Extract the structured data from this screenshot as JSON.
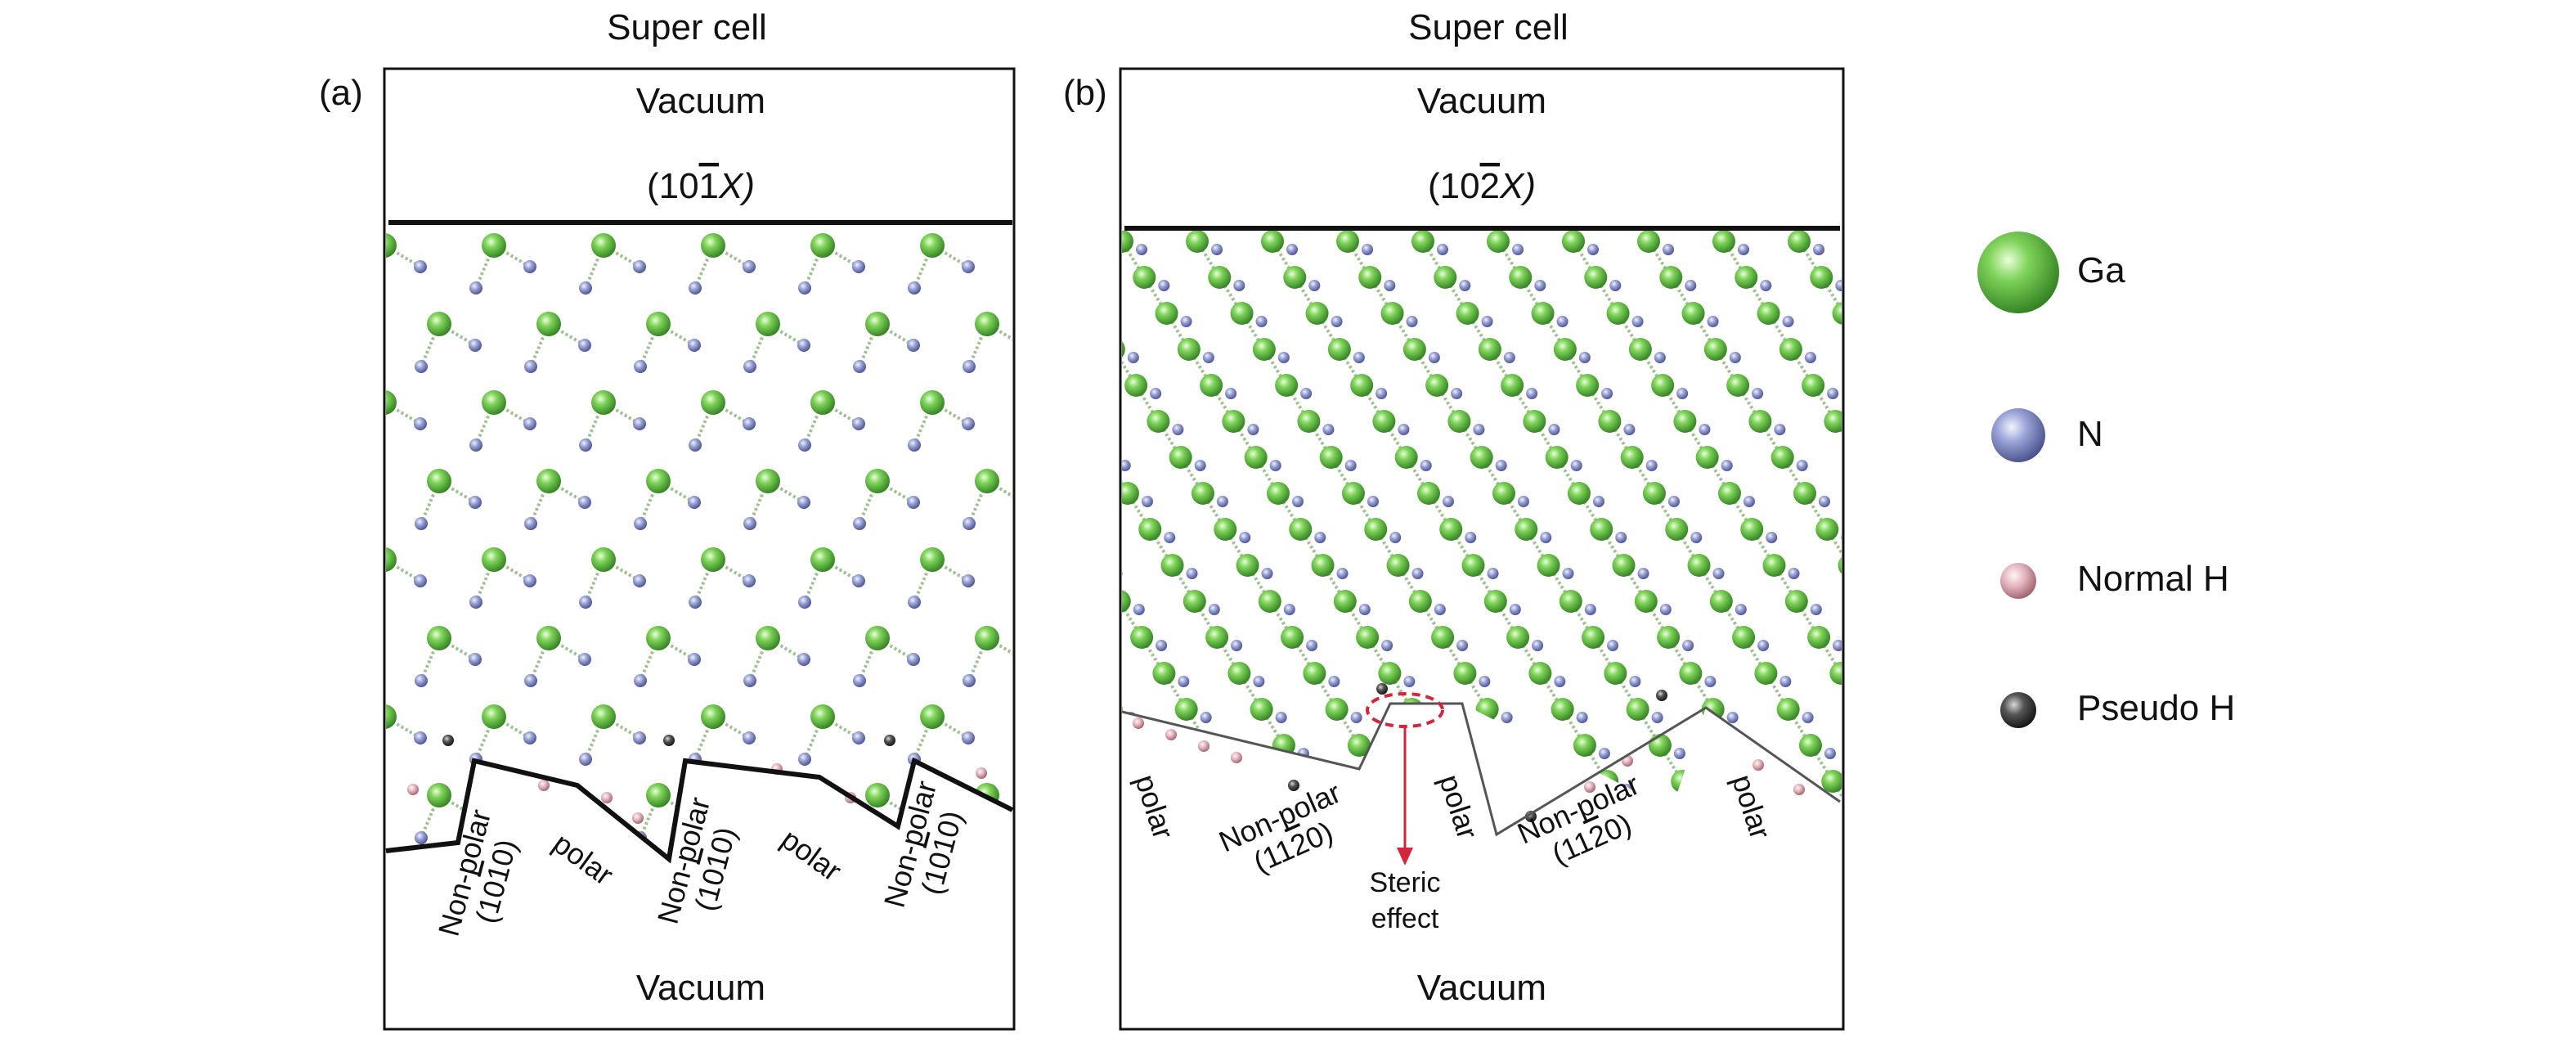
{
  "figure": {
    "panel_a": {
      "letter": "(a)",
      "title": "Super cell",
      "top_vacuum": "Vacuum",
      "bottom_vacuum": "Vacuum",
      "surface": {
        "prefix": "(10",
        "bar": "1",
        "suffix": "X)"
      },
      "facets": [
        {
          "line1": "Non-polar",
          "prefix": "(10",
          "bar": "1",
          "suffix": "0)"
        },
        {
          "line1": "polar"
        },
        {
          "line1": "Non-polar",
          "prefix": "(10",
          "bar": "1",
          "suffix": "0)"
        },
        {
          "line1": "polar"
        },
        {
          "line1": "Non-polar",
          "prefix": "(10",
          "bar": "1",
          "suffix": "0)"
        }
      ]
    },
    "panel_b": {
      "letter": "(b)",
      "title": "Super cell",
      "top_vacuum": "Vacuum",
      "bottom_vacuum": "Vacuum",
      "surface": {
        "prefix": "(10",
        "bar": "2",
        "suffix": "X)"
      },
      "facets": [
        {
          "line1": "polar"
        },
        {
          "line1": "Non-polar",
          "prefix": "(11",
          "bar": "2",
          "suffix": "0)"
        },
        {
          "line1": "polar"
        },
        {
          "line1": "Non-polar",
          "prefix": "(11",
          "bar": "2",
          "suffix": "0)"
        },
        {
          "line1": "polar"
        }
      ],
      "steric_label_1": "Steric",
      "steric_label_2": "effect"
    },
    "legend": [
      {
        "label": "Ga",
        "color": "#6cc24a"
      },
      {
        "label": "N",
        "color": "#8a93c8"
      },
      {
        "label": "Normal H",
        "color": "#d9a7b0"
      },
      {
        "label": "Pseudo H",
        "color": "#3a3a3a"
      }
    ],
    "colors": {
      "ga": "#6cc24a",
      "n": "#8a93c8",
      "normal_h": "#d9a7b0",
      "pseudo_h": "#3a3a3a",
      "steric": "#d2263a"
    }
  }
}
